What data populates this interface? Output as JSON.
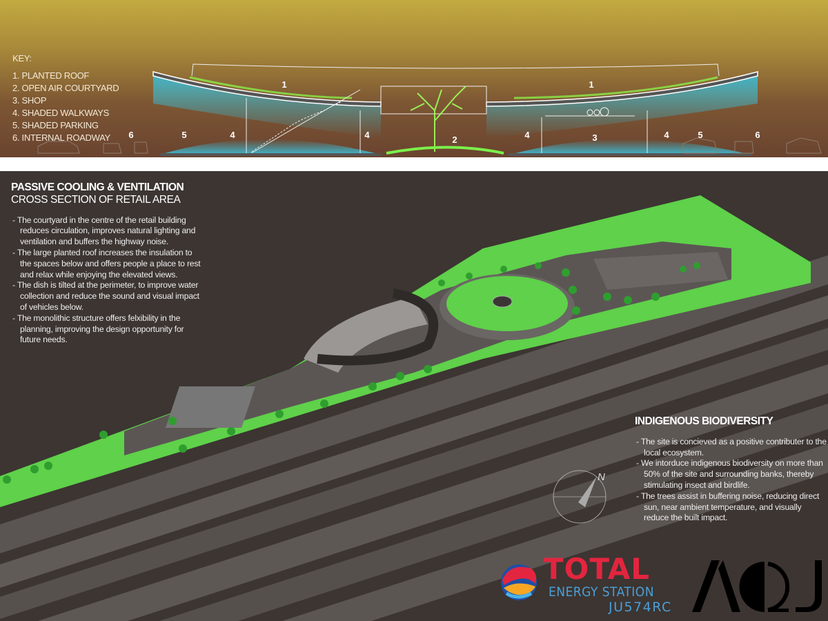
{
  "key": {
    "title": "KEY:",
    "items": [
      "1.  PLANTED ROOF",
      "2. OPEN AIR COURTYARD",
      "3. SHOP",
      "4. SHADED WALKWAYS",
      "5. SHADED PARKING",
      "6. INTERNAL ROADWAY"
    ]
  },
  "section_labels": {
    "roof_left": "1",
    "roof_right": "1",
    "courtyard": "2",
    "shop": "3",
    "walk_1": "4",
    "walk_2": "4",
    "walk_3": "4",
    "walk_4": "4",
    "parking_left": "5",
    "parking_right": "5",
    "road_left": "6",
    "road_right": "6"
  },
  "passive": {
    "title": "PASSIVE COOLING & VENTILATION",
    "subtitle": "CROSS SECTION OF RETAIL AREA",
    "bullets": [
      "The courtyard in the centre of the retail building reduces circulation, improves natural lighting and ventilation and buffers the highway noise.",
      "The large planted roof increases the insulation to the spaces below and offers people a place to rest and relax while enjoying the elevated views.",
      "The dish is tilted at the perimeter, to improve water collection and reduce the sound and visual  impact of vehicles below.",
      "The monolithic structure offers felxibility in the planning, improving the design opportunity for future needs."
    ]
  },
  "biodiversity": {
    "title": "INDIGENOUS BIODIVERSITY",
    "bullets": [
      "The site is concieved as a positive contributer to the local ecosystem.",
      "We intorduce indigenous biodiversity on more than 50% of the site and surrounding banks, thereby stimulating insect and birdlife.",
      "The trees assist in buffering noise, reducing direct sun, near ambient temperature, and visually reduce the built impact."
    ]
  },
  "compass": {
    "north_label": "N"
  },
  "branding": {
    "total_wordmark": "TOTAL",
    "tagline": "ENERGY STATION",
    "code": "JU574RC",
    "architect_logo": "AOJ"
  },
  "colors": {
    "planting_green": "#5fd14a",
    "glass_blue": "#3fb6cc",
    "total_red": "#e3253f",
    "total_blue": "#4a9fd6",
    "background": "#3c3532"
  }
}
